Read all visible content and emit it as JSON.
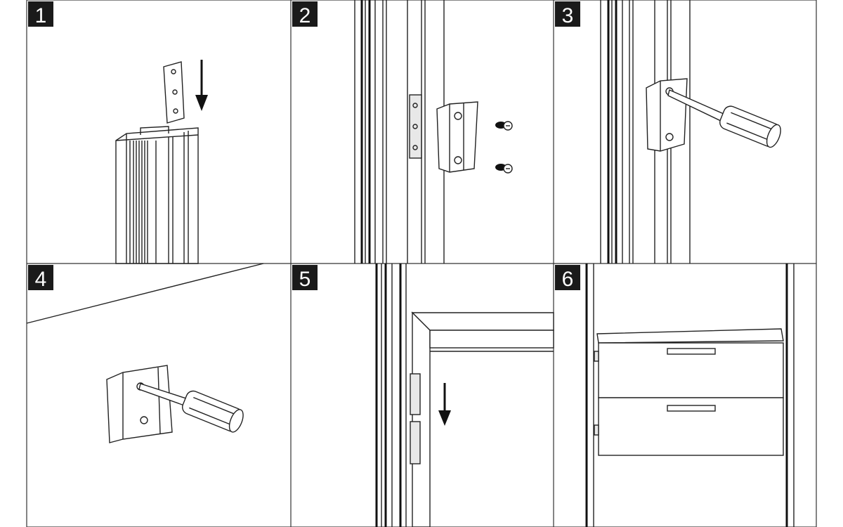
{
  "steps": [
    {
      "number": "1"
    },
    {
      "number": "2"
    },
    {
      "number": "3"
    },
    {
      "number": "4"
    },
    {
      "number": "5"
    },
    {
      "number": "6"
    }
  ]
}
